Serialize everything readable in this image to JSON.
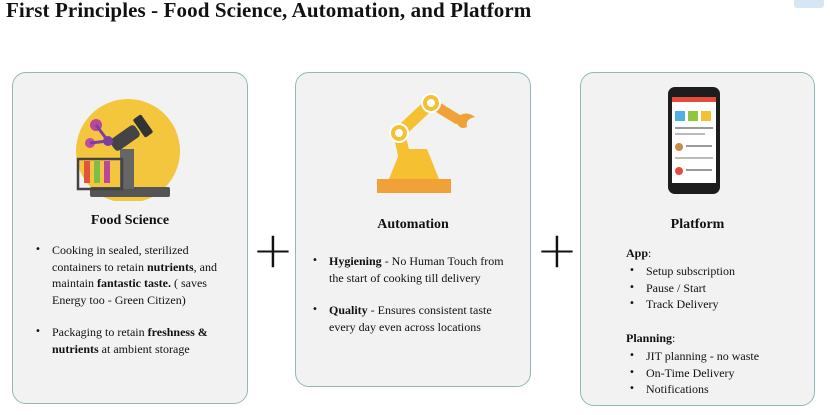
{
  "header": {
    "title": "First Principles - Food Science, Automation, and Platform"
  },
  "cards": [
    {
      "title": "Food  Science",
      "icon": "science-lab-icon",
      "bullets": [
        {
          "segments": [
            {
              "text": "Cooking in sealed, sterilized containers to retain ",
              "bold": false
            },
            {
              "text": "nutrients",
              "bold": true
            },
            {
              "text": ", and maintain ",
              "bold": false
            },
            {
              "text": "fantastic taste.",
              "bold": true
            },
            {
              "text": " ( saves Energy too - Green Citizen)",
              "bold": false
            }
          ]
        },
        {
          "segments": [
            {
              "text": "Packaging to retain ",
              "bold": false
            },
            {
              "text": "freshness & nutrients",
              "bold": true
            },
            {
              "text": " at ambient storage",
              "bold": false
            }
          ]
        }
      ]
    },
    {
      "title": "Automation",
      "icon": "robotic-arm-icon",
      "bullets": [
        {
          "segments": [
            {
              "text": "Hygiening",
              "bold": true
            },
            {
              "text": " - No Human Touch from the start of cooking till delivery",
              "bold": false
            }
          ]
        },
        {
          "segments": [
            {
              "text": "Quality",
              "bold": true
            },
            {
              "text": " - Ensures consistent taste every day even across locations",
              "bold": false
            }
          ]
        }
      ]
    },
    {
      "title": "Platform",
      "icon": "mobile-app-icon",
      "app_heading": "App",
      "app_items": [
        "Setup subscription",
        "Pause / Start",
        "Track Delivery"
      ],
      "planning_heading": "Planning",
      "planning_items": [
        "JIT planning - no waste",
        "On-Time Delivery",
        "Notifications"
      ]
    }
  ],
  "plus_symbol": "+"
}
